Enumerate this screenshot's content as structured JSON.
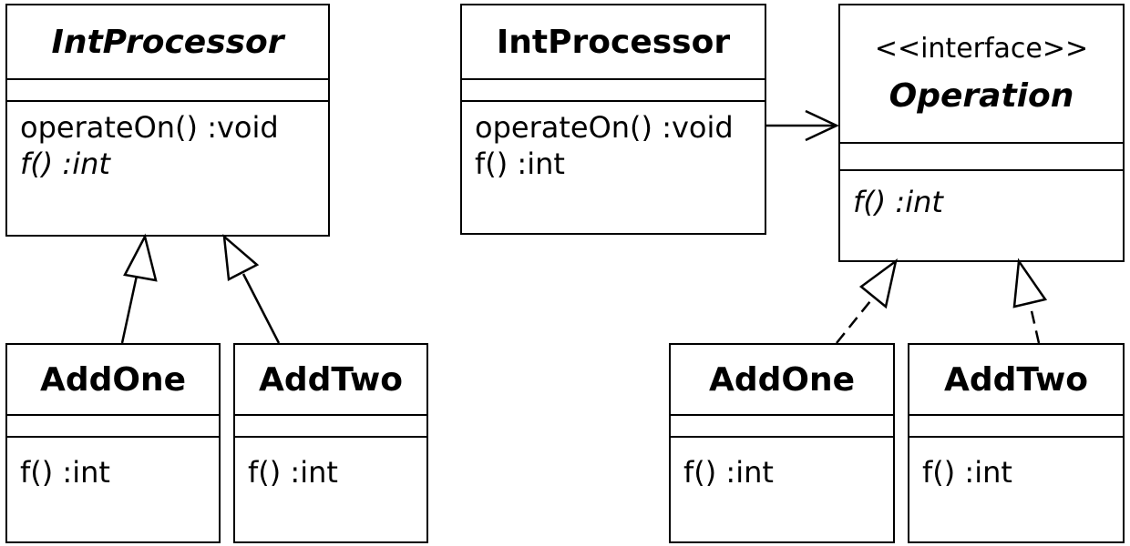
{
  "left": {
    "base": {
      "name": "IntProcessor",
      "operations": [
        "operateOn() :void",
        "f() :int"
      ]
    },
    "sub1": {
      "name": "AddOne",
      "operations": [
        "f() :int"
      ]
    },
    "sub2": {
      "name": "AddTwo",
      "operations": [
        "f() :int"
      ]
    }
  },
  "right": {
    "processor": {
      "name": "IntProcessor",
      "operations": [
        "operateOn() :void",
        "f() :int"
      ]
    },
    "interface": {
      "stereotype": "<<interface>>",
      "name": "Operation",
      "operations": [
        "f() :int"
      ]
    },
    "sub1": {
      "name": "AddOne",
      "operations": [
        "f() :int"
      ]
    },
    "sub2": {
      "name": "AddTwo",
      "operations": [
        "f() :int"
      ]
    }
  },
  "relations": [
    {
      "from": "left.sub1",
      "to": "left.base",
      "kind": "generalization"
    },
    {
      "from": "left.sub2",
      "to": "left.base",
      "kind": "generalization"
    },
    {
      "from": "right.processor",
      "to": "right.interface",
      "kind": "association"
    },
    {
      "from": "right.sub1",
      "to": "right.interface",
      "kind": "realization"
    },
    {
      "from": "right.sub2",
      "to": "right.interface",
      "kind": "realization"
    }
  ]
}
